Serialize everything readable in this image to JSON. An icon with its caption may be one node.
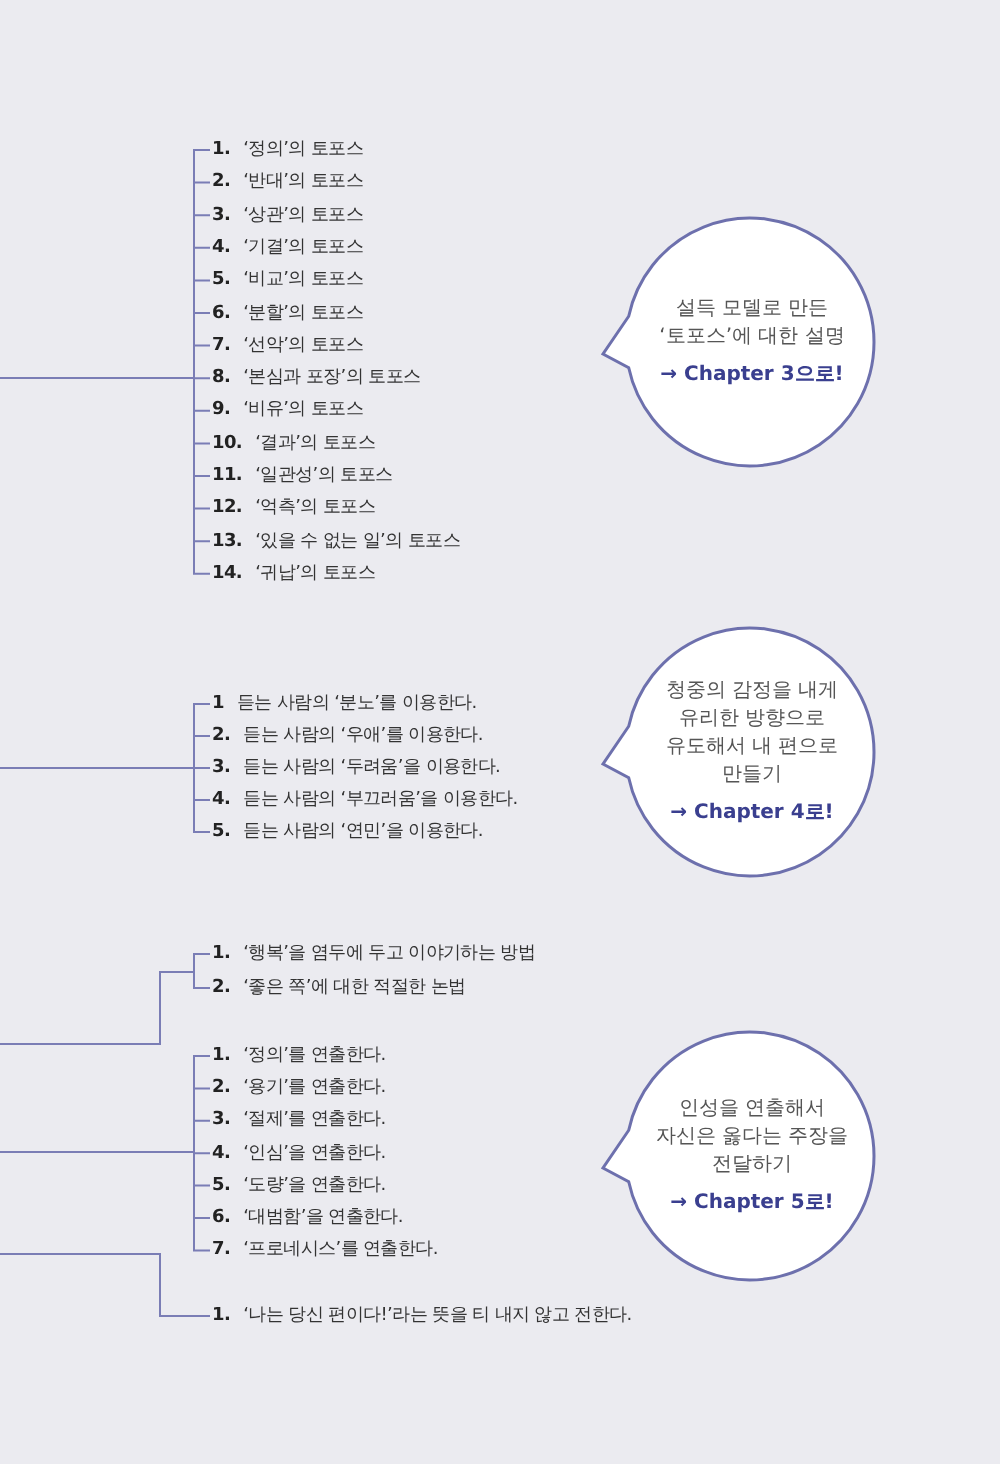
{
  "diagram": {
    "nodes": [
      {
        "text": [
          "**1.** ‘정의’의 토포스"
        ]
      },
      {
        "text": [
          "**2.** ‘반대’의 토포스"
        ]
      },
      {
        "text": [
          "**3.** ‘상관’의 토포스"
        ]
      },
      {
        "text": [
          "**4.** ‘기결’의 토포스"
        ]
      },
      {
        "text": [
          "**5.** ‘비교’의 토포스"
        ]
      },
      {
        "text": [
          "**6.** ‘분할’의 토포스"
        ]
      },
      {
        "text": [
          "**7.** ‘선악’의 토포스"
        ]
      },
      {
        "text": [
          "**8.** ‘본심과 포장’의 토포스"
        ]
      },
      {
        "text": [
          "**9.** ‘비유’의 토포스"
        ]
      },
      {
        "text": [
          "**10.** ‘결과’의 토포스"
        ]
      },
      {
        "text": [
          "**11.** ‘일관성’의 토포스"
        ]
      },
      {
        "text": [
          "**12.** ‘억측’의 토포스"
        ]
      },
      {
        "text": [
          "**13.** ‘있을 수 없는 일’의 토포스"
        ]
      },
      {
        "text": [
          "**14.** ‘귀납’의 토포스"
        ]
      },
      {
        "text": [
          "설득 모델로 만든 ‘토포스’에 대한 설명",
          "→ Chapter 3으로!"
        ]
      },
      {
        "text": [
          "**1** 듣는 사람의 ‘분노’를 이용한다."
        ]
      },
      {
        "text": [
          "**2.** 듣는 사람의 ‘우애’를 이용한다."
        ]
      },
      {
        "text": [
          "**3.** 듣는 사람의 ‘두려움’을 이용한다."
        ]
      },
      {
        "text": [
          "**4.** 듣는 사람의 ‘부끄러움’을 이용한다."
        ]
      },
      {
        "text": [
          "**5.** 듣는 사람의 ‘연민’을 이용한다."
        ]
      },
      {
        "text": [
          "청중의 감정을 내게 유리한 방향으로 유도해서 내 편으로 만들기",
          "→ Chapter 4로!"
        ]
      },
      {
        "text": [
          "**1.** ‘행복’을 염두에 두고 이야기하는 방법"
        ]
      },
      {
        "text": [
          "**2.** ‘좋은 쪽’에 대한 적절한 논법"
        ]
      },
      {
        "text": [
          "**1.** ‘정의’를 연출한다."
        ]
      },
      {
        "text": [
          "**2.** ‘용기’를 연출한다."
        ]
      },
      {
        "text": [
          "**3.** ‘절제’를 연출한다."
        ]
      },
      {
        "text": [
          "**4.** ‘인심’을 연출한다."
        ]
      },
      {
        "text": [
          "**5.** ‘도량’을 연출한다."
        ]
      },
      {
        "text": [
          "**6.** ‘대범함’을 연출한다."
        ]
      },
      {
        "text": [
          "**7.** ‘프로네시스’를 연출한다."
        ]
      },
      {
        "text": [
          "인성을 연출해서 자신은 옳다는 주장을 전달하기",
          "→ Chapter 5로!"
        ]
      },
      {
        "text": [
          "**1.** ‘나는 당신 편이다!’라는 뜻을 티 내지 않고 전한다."
        ]
      }
    ],
    "edges": [
      {
        "from": null,
        "to": 0,
        "arrow": "none"
      },
      {
        "from": null,
        "to": 1,
        "arrow": "none"
      },
      {
        "from": null,
        "to": 2,
        "arrow": "none"
      },
      {
        "from": null,
        "to": 3,
        "arrow": "none"
      },
      {
        "from": null,
        "to": 4,
        "arrow": "none"
      },
      {
        "from": null,
        "to": 5,
        "arrow": "none"
      },
      {
        "from": null,
        "to": 6,
        "arrow": "none"
      },
      {
        "from": null,
        "to": 7,
        "arrow": "none"
      },
      {
        "from": null,
        "to": 8,
        "arrow": "none"
      },
      {
        "from": null,
        "to": 9,
        "arrow": "none"
      },
      {
        "from": null,
        "to": 10,
        "arrow": "none"
      },
      {
        "from": null,
        "to": 11,
        "arrow": "none"
      },
      {
        "from": null,
        "to": 12,
        "arrow": "none"
      },
      {
        "from": null,
        "to": 13,
        "arrow": "none"
      },
      {
        "from": null,
        "to": 15,
        "arrow": "none"
      },
      {
        "from": null,
        "to": 16,
        "arrow": "none"
      },
      {
        "from": null,
        "to": 17,
        "arrow": "none"
      },
      {
        "from": null,
        "to": 18,
        "arrow": "none"
      },
      {
        "from": null,
        "to": 19,
        "arrow": "none"
      },
      {
        "from": null,
        "to": 21,
        "arrow": "none"
      },
      {
        "from": null,
        "to": 22,
        "arrow": "none"
      },
      {
        "from": null,
        "to": 23,
        "arrow": "none"
      },
      {
        "from": null,
        "to": 24,
        "arrow": "none"
      },
      {
        "from": null,
        "to": 25,
        "arrow": "none"
      },
      {
        "from": null,
        "to": 26,
        "arrow": "none"
      },
      {
        "from": null,
        "to": 27,
        "arrow": "none"
      },
      {
        "from": null,
        "to": 28,
        "arrow": "none"
      },
      {
        "from": null,
        "to": 29,
        "arrow": "none"
      },
      {
        "from": null,
        "to": 31,
        "arrow": "none"
      }
    ]
  }
}
